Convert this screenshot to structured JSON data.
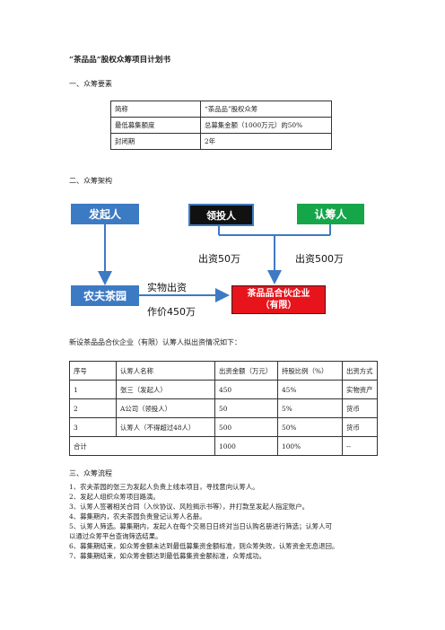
{
  "doc": {
    "title": "“茶品品”股权众筹项目计划书",
    "sec1": "一、众筹要素",
    "sec2": "二、众筹架构",
    "intro": "新设茶品品合伙企业（有限）认筹人拟出资情况如下：",
    "sec3": "三、众筹流程"
  },
  "elements": {
    "rows": [
      {
        "k": "简称",
        "v": "“茶品品”股权众筹"
      },
      {
        "k": "最低募集额度",
        "v": "总募集金额（1000万元）的50%"
      },
      {
        "k": "封闭期",
        "v": "2年"
      }
    ]
  },
  "diagram": {
    "initiator": "发起人",
    "lead": "领投人",
    "subscriber": "认筹人",
    "farm": "农夫茶园",
    "enterprise_l1": "茶品品合伙企业",
    "enterprise_l2": "（有限）",
    "lead_contrib": "出资50万",
    "sub_contrib": "出资500万",
    "inkind": "实物出资",
    "valued": "作价450万",
    "colors": {
      "blue": "#3d7ac4",
      "black": "#111111",
      "green": "#15a64a",
      "red": "#e8141b"
    }
  },
  "investors": {
    "headers": [
      "序号",
      "认筹人名称",
      "出资金额（万元）",
      "持股比例（%）",
      "出资方式"
    ],
    "rows": [
      [
        "1",
        "张三（发起人）",
        "450",
        "45%",
        "实物资产"
      ],
      [
        "2",
        "A公司（领投人）",
        "50",
        "5%",
        "货币"
      ],
      [
        "3",
        "认筹人（不得超过48人）",
        "500",
        "50%",
        "货币"
      ],
      [
        "合计",
        "",
        "1000",
        "100%",
        "--"
      ]
    ]
  },
  "process": [
    "1、农夫茶园的张三为发起人负责上线本项目，寻找意向认筹人。",
    "2、发起人组织众筹项目路演。",
    "3、认筹人签署相关合同（入伙协议、风险揭示书等），并打款至发起人指定账户。",
    "4、募集期内，农夫茶园负责登记认筹人名册。",
    "5、认筹人筛选。募集期内，发起人在每个交易日日终对当日认购名册进行筛选；认筹人可",
    "以通过众筹平台查询筛选结果。",
    "6、募集期结束，如众筹金额未达到最低募集资金额标准，则众筹失败，认筹资金无息退回。",
    "7、募集期结束，如众筹金额达到最低募集资金额标准，众筹成功。"
  ]
}
